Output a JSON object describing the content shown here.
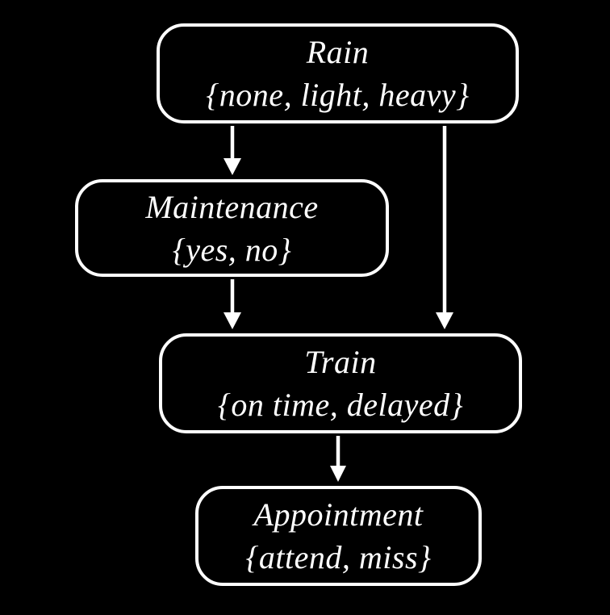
{
  "diagram": {
    "background_color": "#000000",
    "node_border_color": "#ffffff",
    "text_color": "#ffffff",
    "nodes": [
      {
        "id": "rain",
        "label": "Rain",
        "values": "{none, light, heavy}"
      },
      {
        "id": "maintenance",
        "label": "Maintenance",
        "values": "{yes, no}"
      },
      {
        "id": "train",
        "label": "Train",
        "values": "{on time, delayed}"
      },
      {
        "id": "appointment",
        "label": "Appointment",
        "values": "{attend, miss}"
      }
    ],
    "edges": [
      {
        "from": "Rain",
        "to": "Maintenance"
      },
      {
        "from": "Rain",
        "to": "Train"
      },
      {
        "from": "Maintenance",
        "to": "Train"
      },
      {
        "from": "Train",
        "to": "Appointment"
      }
    ]
  }
}
